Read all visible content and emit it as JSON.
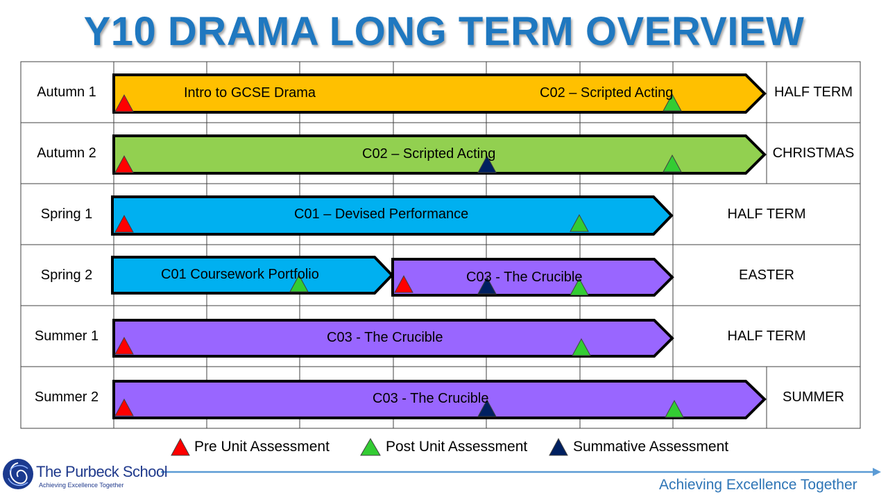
{
  "title": "Y10 DRAMA LONG TERM OVERVIEW",
  "rows": [
    {
      "term": "Autumn 1",
      "holiday": "HALF TERM"
    },
    {
      "term": "Autumn 2",
      "holiday": "CHRISTMAS"
    },
    {
      "term": "Spring 1",
      "holiday": "HALF TERM"
    },
    {
      "term": "Spring 2",
      "holiday": "EASTER"
    },
    {
      "term": "Summer 1",
      "holiday": "HALF TERM"
    },
    {
      "term": "Summer 2",
      "holiday": "SUMMER"
    }
  ],
  "bars": [
    {
      "label": "Intro to GCSE Drama"
    },
    {
      "label": "C02 – Scripted Acting"
    },
    {
      "label": "C02 – Scripted Acting"
    },
    {
      "label": "C01 – Devised Performance"
    },
    {
      "label": "C01 Coursework Portfolio"
    },
    {
      "label": "C03 - The Crucible"
    },
    {
      "label": "C03 - The Crucible"
    },
    {
      "label": "C03 - The Crucible"
    }
  ],
  "legend": {
    "pre": "Pre Unit Assessment",
    "post": "Post Unit Assessment",
    "summative": "Summative Assessment"
  },
  "colors": {
    "title": "#1f78c0",
    "orange_bar": "#ffc000",
    "green_bar": "#92d050",
    "blue_bar": "#00b0f0",
    "purple_bar": "#9966ff",
    "pre_marker": "#ff0000",
    "post_marker": "#33cc33",
    "summative_marker": "#002060"
  },
  "logo": {
    "name": "The Purbeck School",
    "sub": "Achieving Excellence Together"
  },
  "tagline": "Achieving Excellence Together"
}
